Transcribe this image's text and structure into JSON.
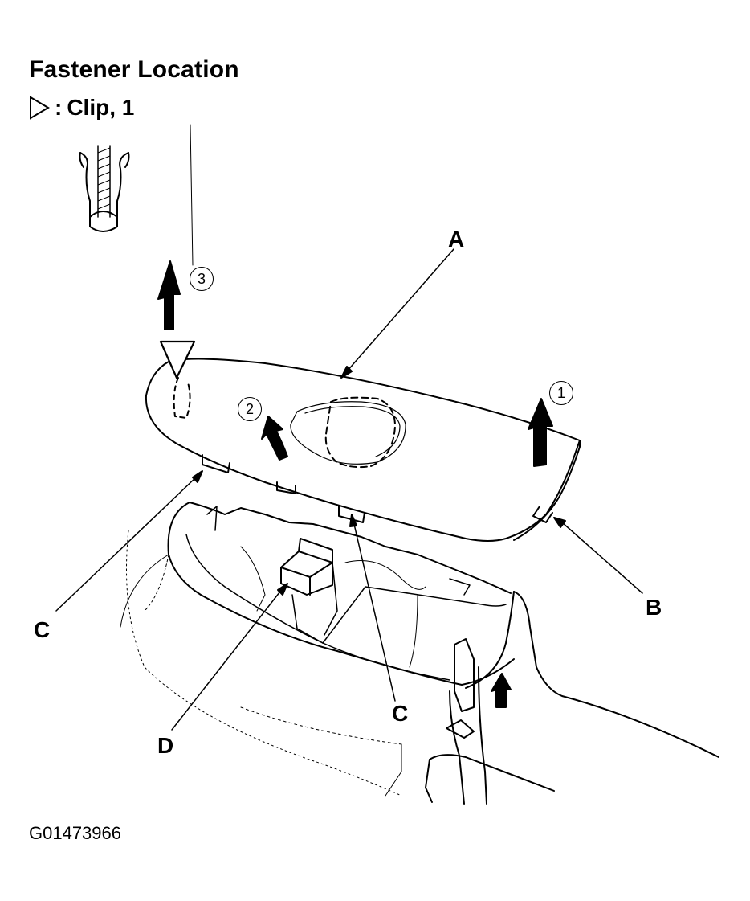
{
  "title": "Fastener Location",
  "legend": {
    "symbol": "triangle-clip-icon",
    "separator": ":",
    "label": "Clip, 1"
  },
  "callouts": {
    "a": "A",
    "b": "B",
    "c_left": "C",
    "c_right": "C",
    "d": "D"
  },
  "steps": {
    "one": "1",
    "two": "2",
    "three": "3"
  },
  "figure_id": "G01473966"
}
